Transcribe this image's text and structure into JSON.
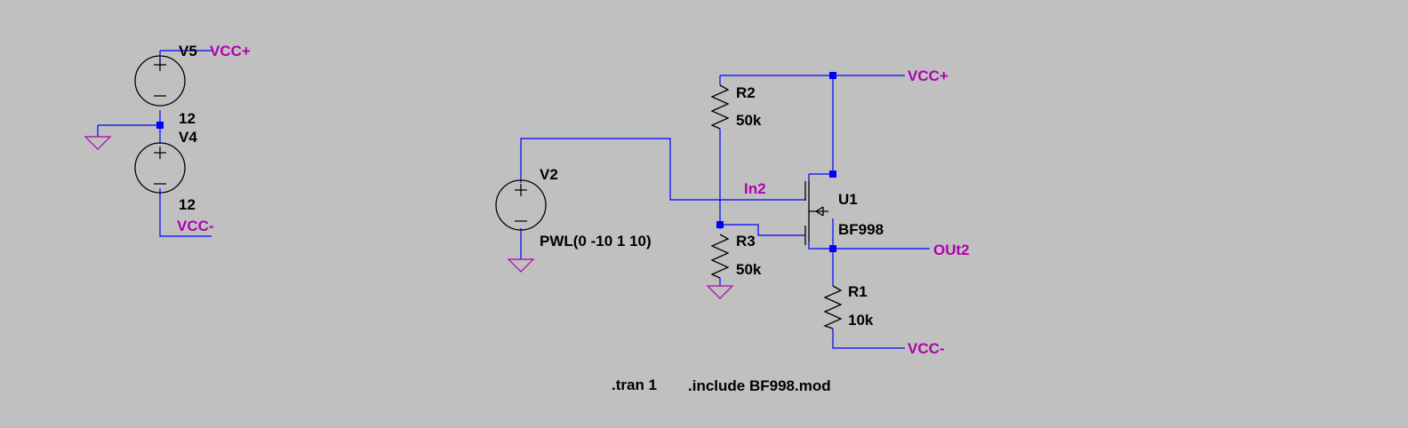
{
  "components": {
    "v5": {
      "name": "V5"
    },
    "v4": {
      "name": "V4",
      "value": "12"
    },
    "v5_value": "12",
    "v2": {
      "name": "V2",
      "value": "PWL(0 -10 1 10)"
    },
    "r1": {
      "name": "R1",
      "value": "10k"
    },
    "r2": {
      "name": "R2",
      "value": "50k"
    },
    "r3": {
      "name": "R3",
      "value": "50k"
    },
    "u1": {
      "name": "U1",
      "value": "BF998"
    }
  },
  "nets": {
    "vcc_pos_1": "VCC+",
    "vcc_neg_1": "VCC-",
    "vcc_pos_2": "VCC+",
    "vcc_neg_2": "VCC-",
    "in2": "In2",
    "out2": "OUt2"
  },
  "directives": {
    "tran": ".tran 1",
    "include": ".include BF998.mod"
  },
  "colors": {
    "background": "#c0c0c0",
    "wire": "#0000ff",
    "net_label": "#b000b0",
    "component": "#000000"
  }
}
